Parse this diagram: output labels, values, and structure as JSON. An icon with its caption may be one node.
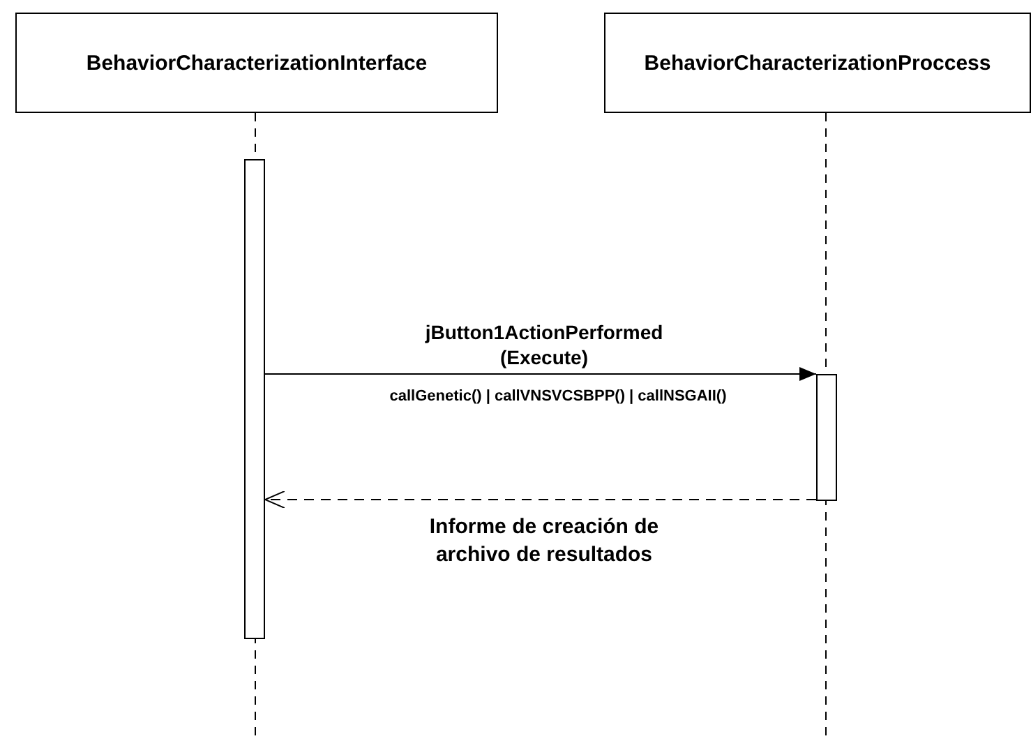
{
  "diagram": {
    "nodes": [
      {
        "text": [
          "BehaviorCharacterizationInterface"
        ]
      },
      {
        "text": [
          "BehaviorCharacterizationProccess"
        ]
      },
      {
        "text": [],
        "shape": "bar"
      },
      {
        "text": [],
        "shape": "bar"
      }
    ],
    "edges": [
      {
        "from": 2,
        "to": 3,
        "arrow": "to",
        "label": "jButton1ActionPerformed (Execute)"
      },
      {
        "from": 3,
        "to": 2,
        "arrow": "to",
        "label": "Informe de creación de archivo de resultados",
        "style": "dashed"
      }
    ],
    "labels": [
      "callGenetic() | callVNSVCSBPP() | callNSGAII()"
    ]
  }
}
